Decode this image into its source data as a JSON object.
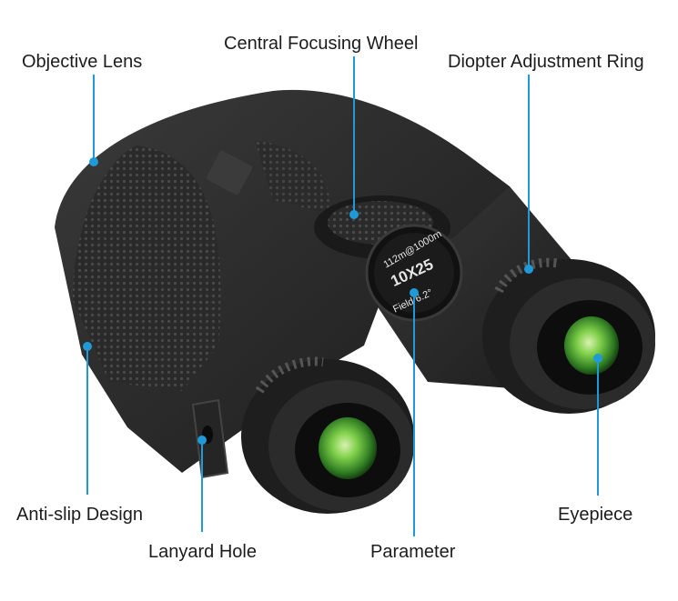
{
  "labels": {
    "objective_lens": "Objective Lens",
    "central_focusing_wheel": "Central Focusing Wheel",
    "diopter_adjustment_ring": "Diopter Adjustment Ring",
    "anti_slip_design": "Anti-slip Design",
    "lanyard_hole": "Lanyard Hole",
    "parameter": "Parameter",
    "eyepiece": "Eyepiece"
  },
  "engraving": {
    "top": "112m@1000m",
    "middle": "10X25",
    "bottom": "Field 6.2°"
  },
  "colors": {
    "callout": "#1f9ad6",
    "body": "#2b2b2b",
    "lens_glass": "#4fae3a"
  }
}
